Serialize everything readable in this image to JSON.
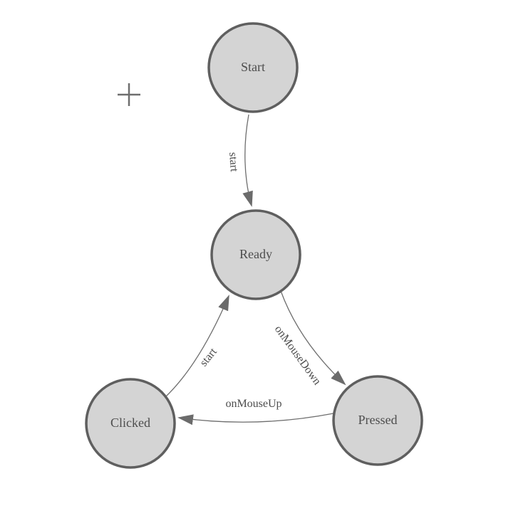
{
  "diagram": {
    "nodes": [
      {
        "id": "start",
        "label": "Start"
      },
      {
        "id": "ready",
        "label": "Ready"
      },
      {
        "id": "clicked",
        "label": "Clicked"
      },
      {
        "id": "pressed",
        "label": "Pressed"
      }
    ],
    "edges": [
      {
        "id": "start-to-ready",
        "from": "start",
        "to": "ready",
        "label": "start"
      },
      {
        "id": "clicked-to-ready",
        "from": "clicked",
        "to": "ready",
        "label": "start"
      },
      {
        "id": "ready-to-pressed",
        "from": "ready",
        "to": "pressed",
        "label": "onMouseDown"
      },
      {
        "id": "pressed-to-clicked",
        "from": "pressed",
        "to": "clicked",
        "label": "onMouseUp"
      }
    ],
    "icons": {
      "crosshair": "+"
    },
    "colors": {
      "node_fill": "#d4d4d4",
      "node_stroke": "#5f5f5f",
      "edge": "#6e6e6e",
      "text": "#4d4d4d",
      "background": "#ffffff"
    }
  }
}
